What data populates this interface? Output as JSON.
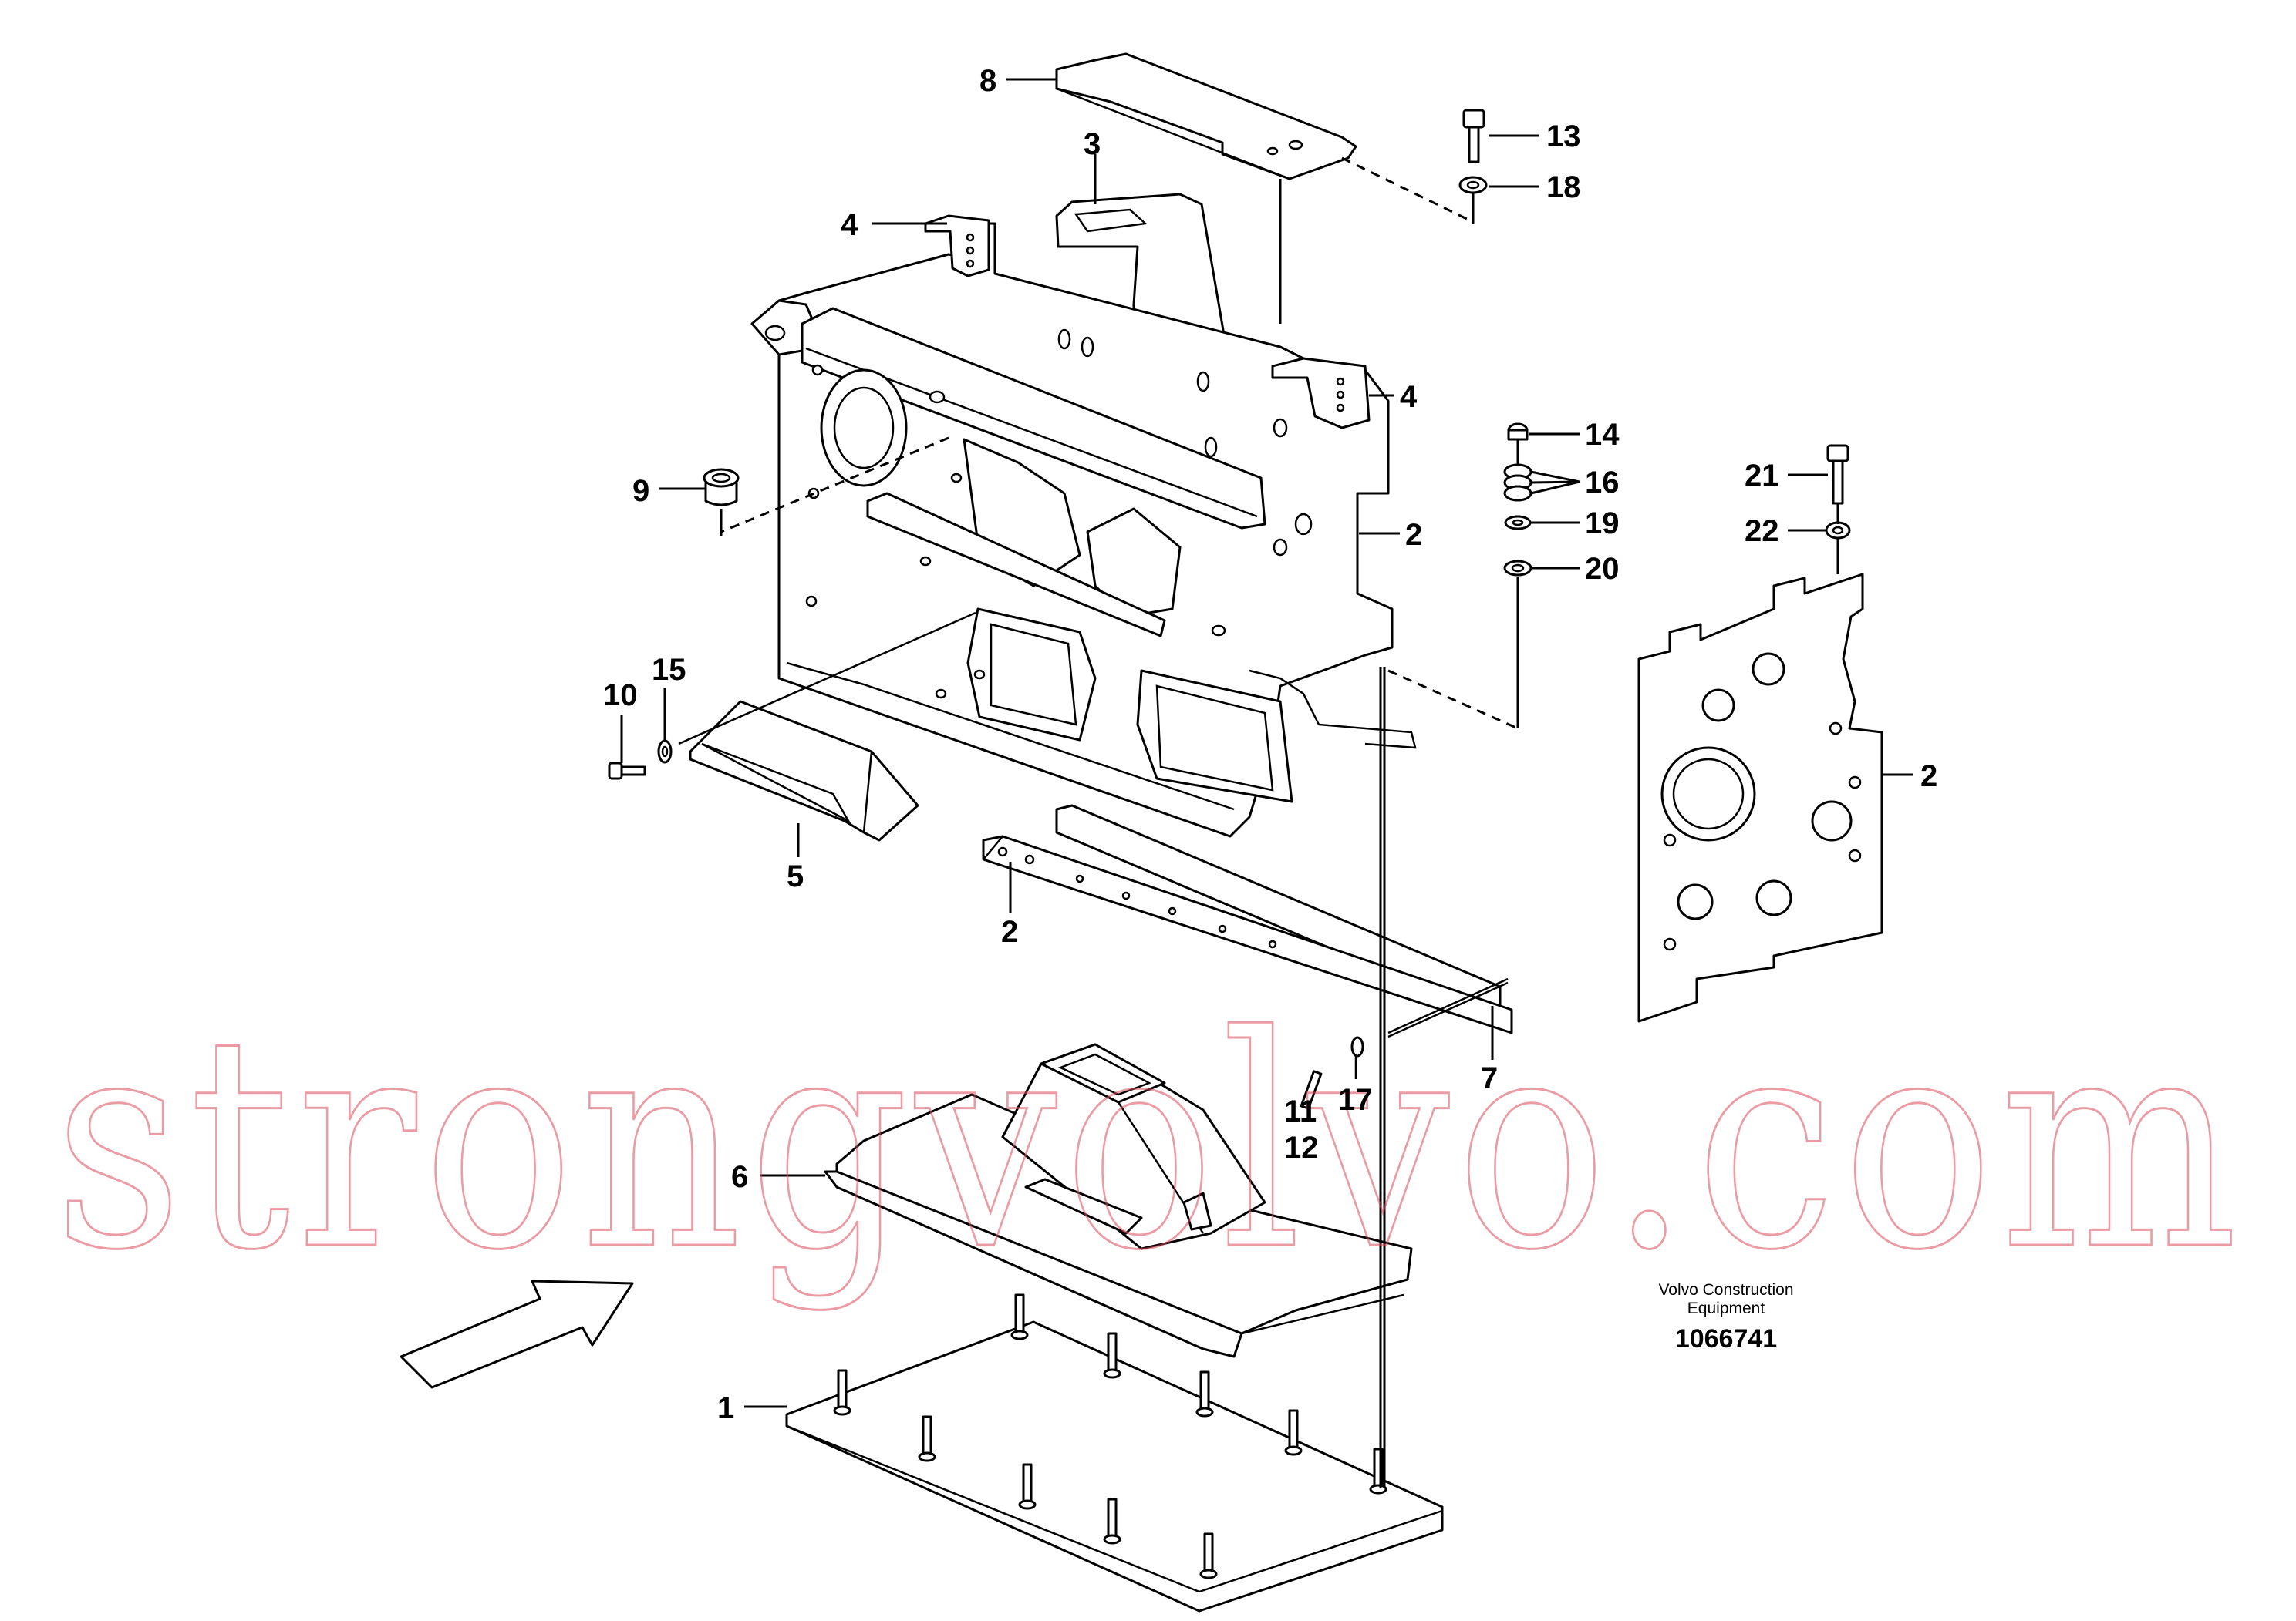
{
  "watermark": "strongvolvo.com",
  "caption": {
    "line1": "Volvo Construction",
    "line2": "Equipment",
    "number": "1066741"
  },
  "callouts": [
    {
      "id": "c8",
      "text": "8"
    },
    {
      "id": "c3",
      "text": "3"
    },
    {
      "id": "c4a",
      "text": "4"
    },
    {
      "id": "c4b",
      "text": "4"
    },
    {
      "id": "c13",
      "text": "13"
    },
    {
      "id": "c18",
      "text": "18"
    },
    {
      "id": "c9",
      "text": "9"
    },
    {
      "id": "c2a",
      "text": "2"
    },
    {
      "id": "c14",
      "text": "14"
    },
    {
      "id": "c16",
      "text": "16"
    },
    {
      "id": "c19",
      "text": "19"
    },
    {
      "id": "c20",
      "text": "20"
    },
    {
      "id": "c21",
      "text": "21"
    },
    {
      "id": "c22",
      "text": "22"
    },
    {
      "id": "c2b",
      "text": "2"
    },
    {
      "id": "c10",
      "text": "10"
    },
    {
      "id": "c15",
      "text": "15"
    },
    {
      "id": "c5",
      "text": "5"
    },
    {
      "id": "c2c",
      "text": "2"
    },
    {
      "id": "c7",
      "text": "7"
    },
    {
      "id": "c11",
      "text": "11"
    },
    {
      "id": "c17",
      "text": "17"
    },
    {
      "id": "c12",
      "text": "12"
    },
    {
      "id": "c6",
      "text": "6"
    },
    {
      "id": "c1",
      "text": "1"
    }
  ]
}
